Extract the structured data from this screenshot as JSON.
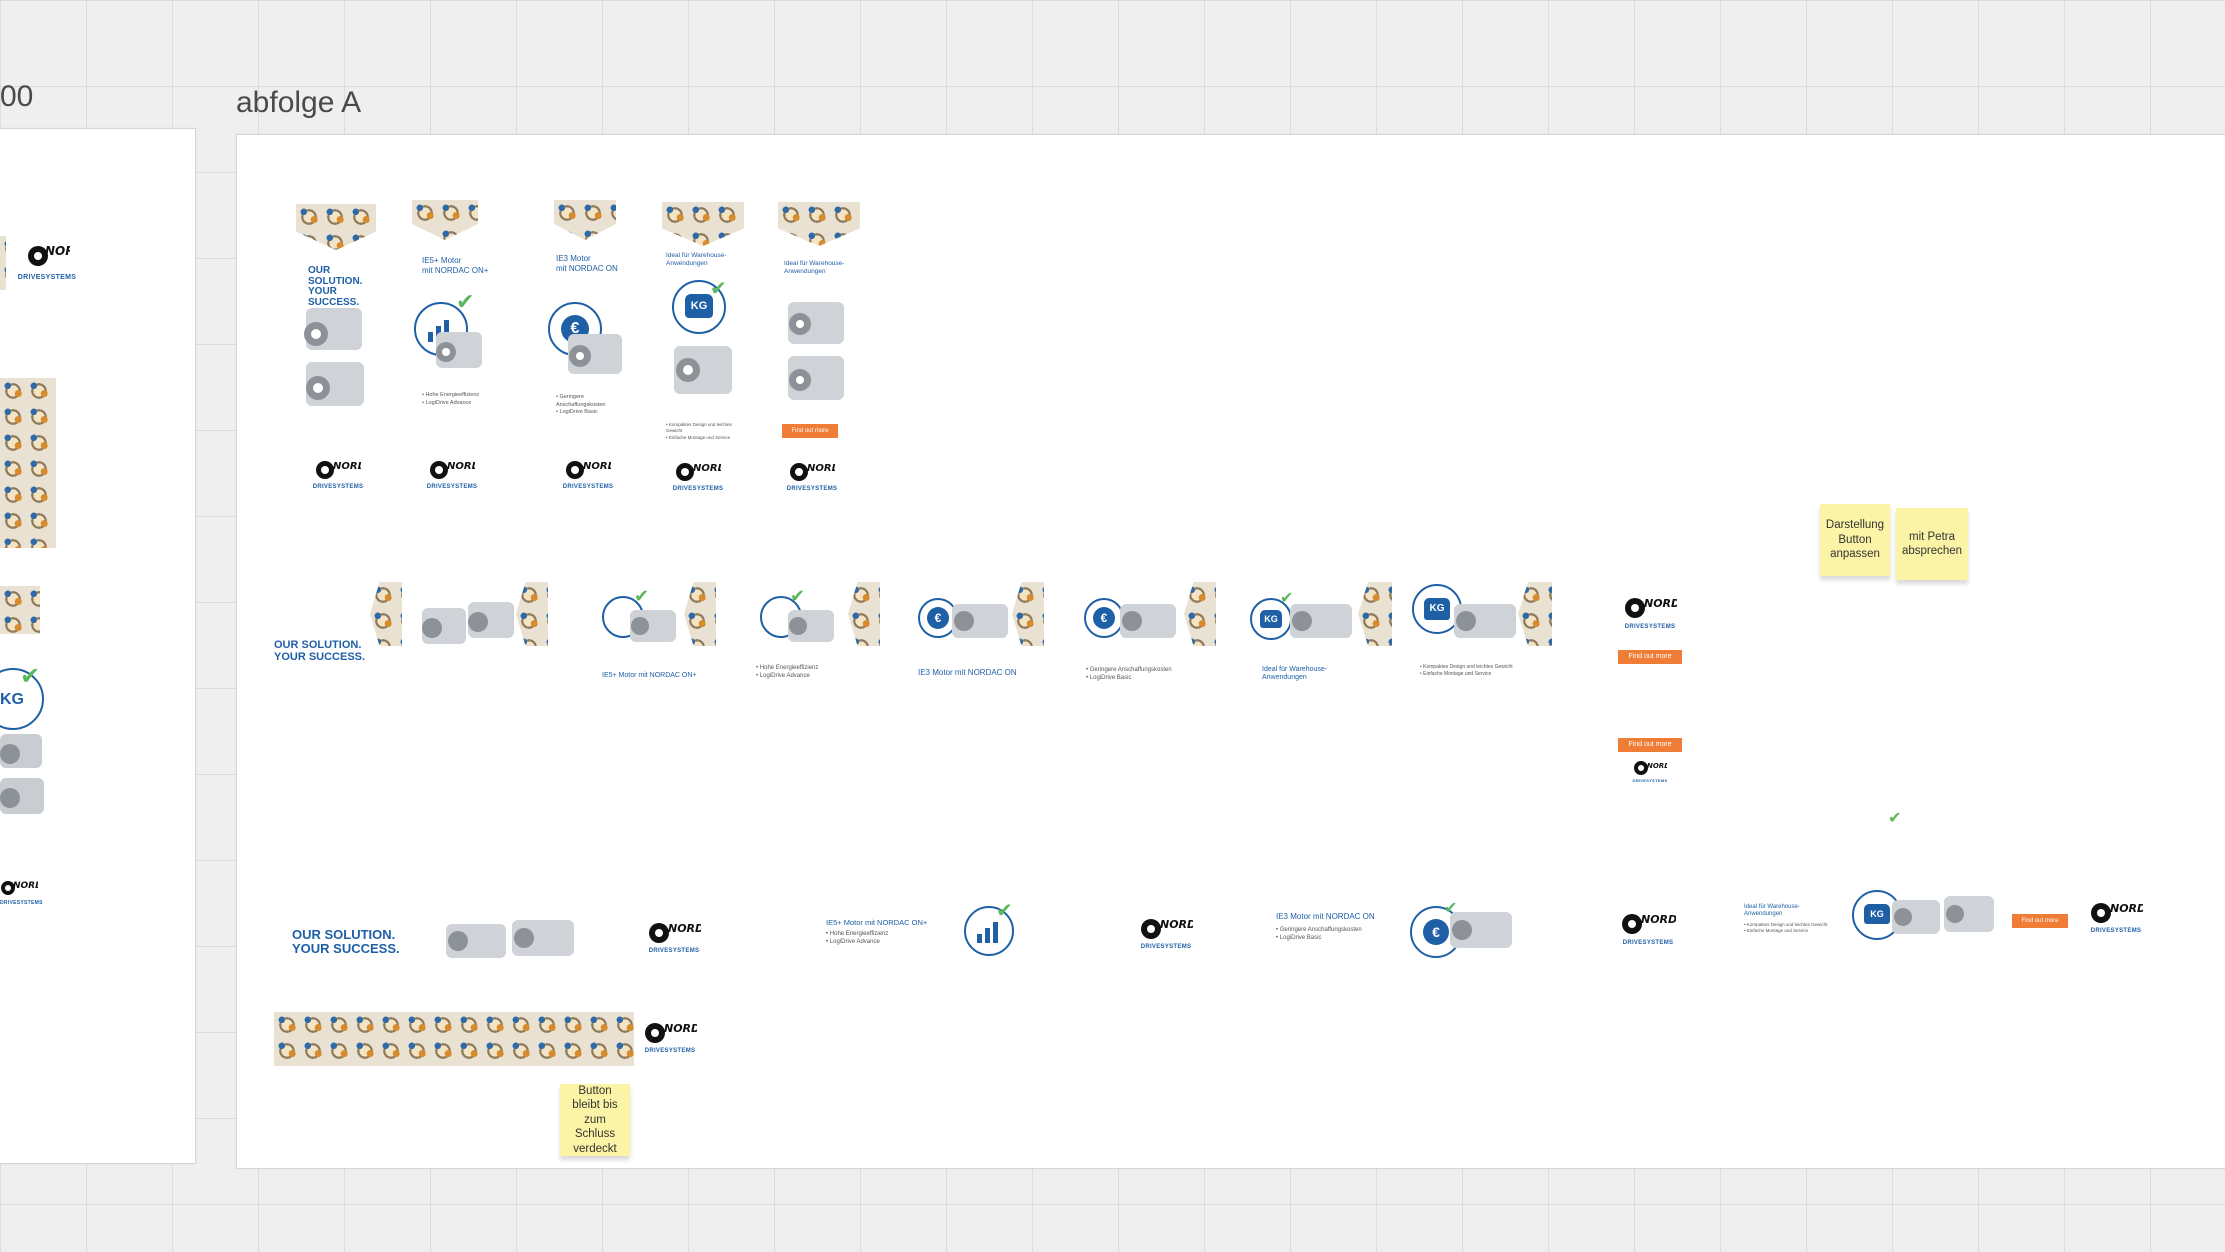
{
  "canvas": {
    "left_frame_title": "00",
    "main_frame_title": "abfolge A"
  },
  "stickies": {
    "darstellung": "Darstellung Button anpassen",
    "petra": "mit Petra absprechen",
    "button_bleibt": "Button bleibt bis zum Schluss verdeckt"
  },
  "banner_text": {
    "solution_line1": "OUR SOLUTION.",
    "solution_line2": "YOUR SUCCESS.",
    "ie5_short": "IE5+ Motor",
    "ie5_nordac_short": "mit NORDAC ON+",
    "ie5_full": "IE5+ Motor mit NORDAC ON+",
    "ie3_short": "IE3 Motor",
    "ie3_nordac_short": "mit NORDAC ON",
    "ie3_full": "IE3 Motor mit NORDAC ON",
    "warehouse_line1": "Ideal für Warehouse-",
    "warehouse_line2": "Anwendungen",
    "bullet_energy": "• Hohe Energieeffizienz",
    "bullet_logidrive_adv": "• LogiDrive Advance",
    "bullet_cost": "• Geringere Anschaffungskosten",
    "bullet_logidrive_basic": "• LogiDrive Basic",
    "bullet_compact": "• Kompaktes Design und leichtes Gewicht",
    "bullet_mount": "• Einfache Montage und Service",
    "cta": "Find out more",
    "kg": "KG",
    "euro": "€",
    "brand_word": "DRIVESYSTEMS",
    "brand_logo_text": "NORD"
  },
  "colors": {
    "brand_blue": "#1f5fa6",
    "cta_orange": "#ef7d35",
    "sticky_yellow": "#fbf3a5",
    "check_green": "#5cb85c"
  },
  "icons": {
    "checkmark": "✔"
  }
}
